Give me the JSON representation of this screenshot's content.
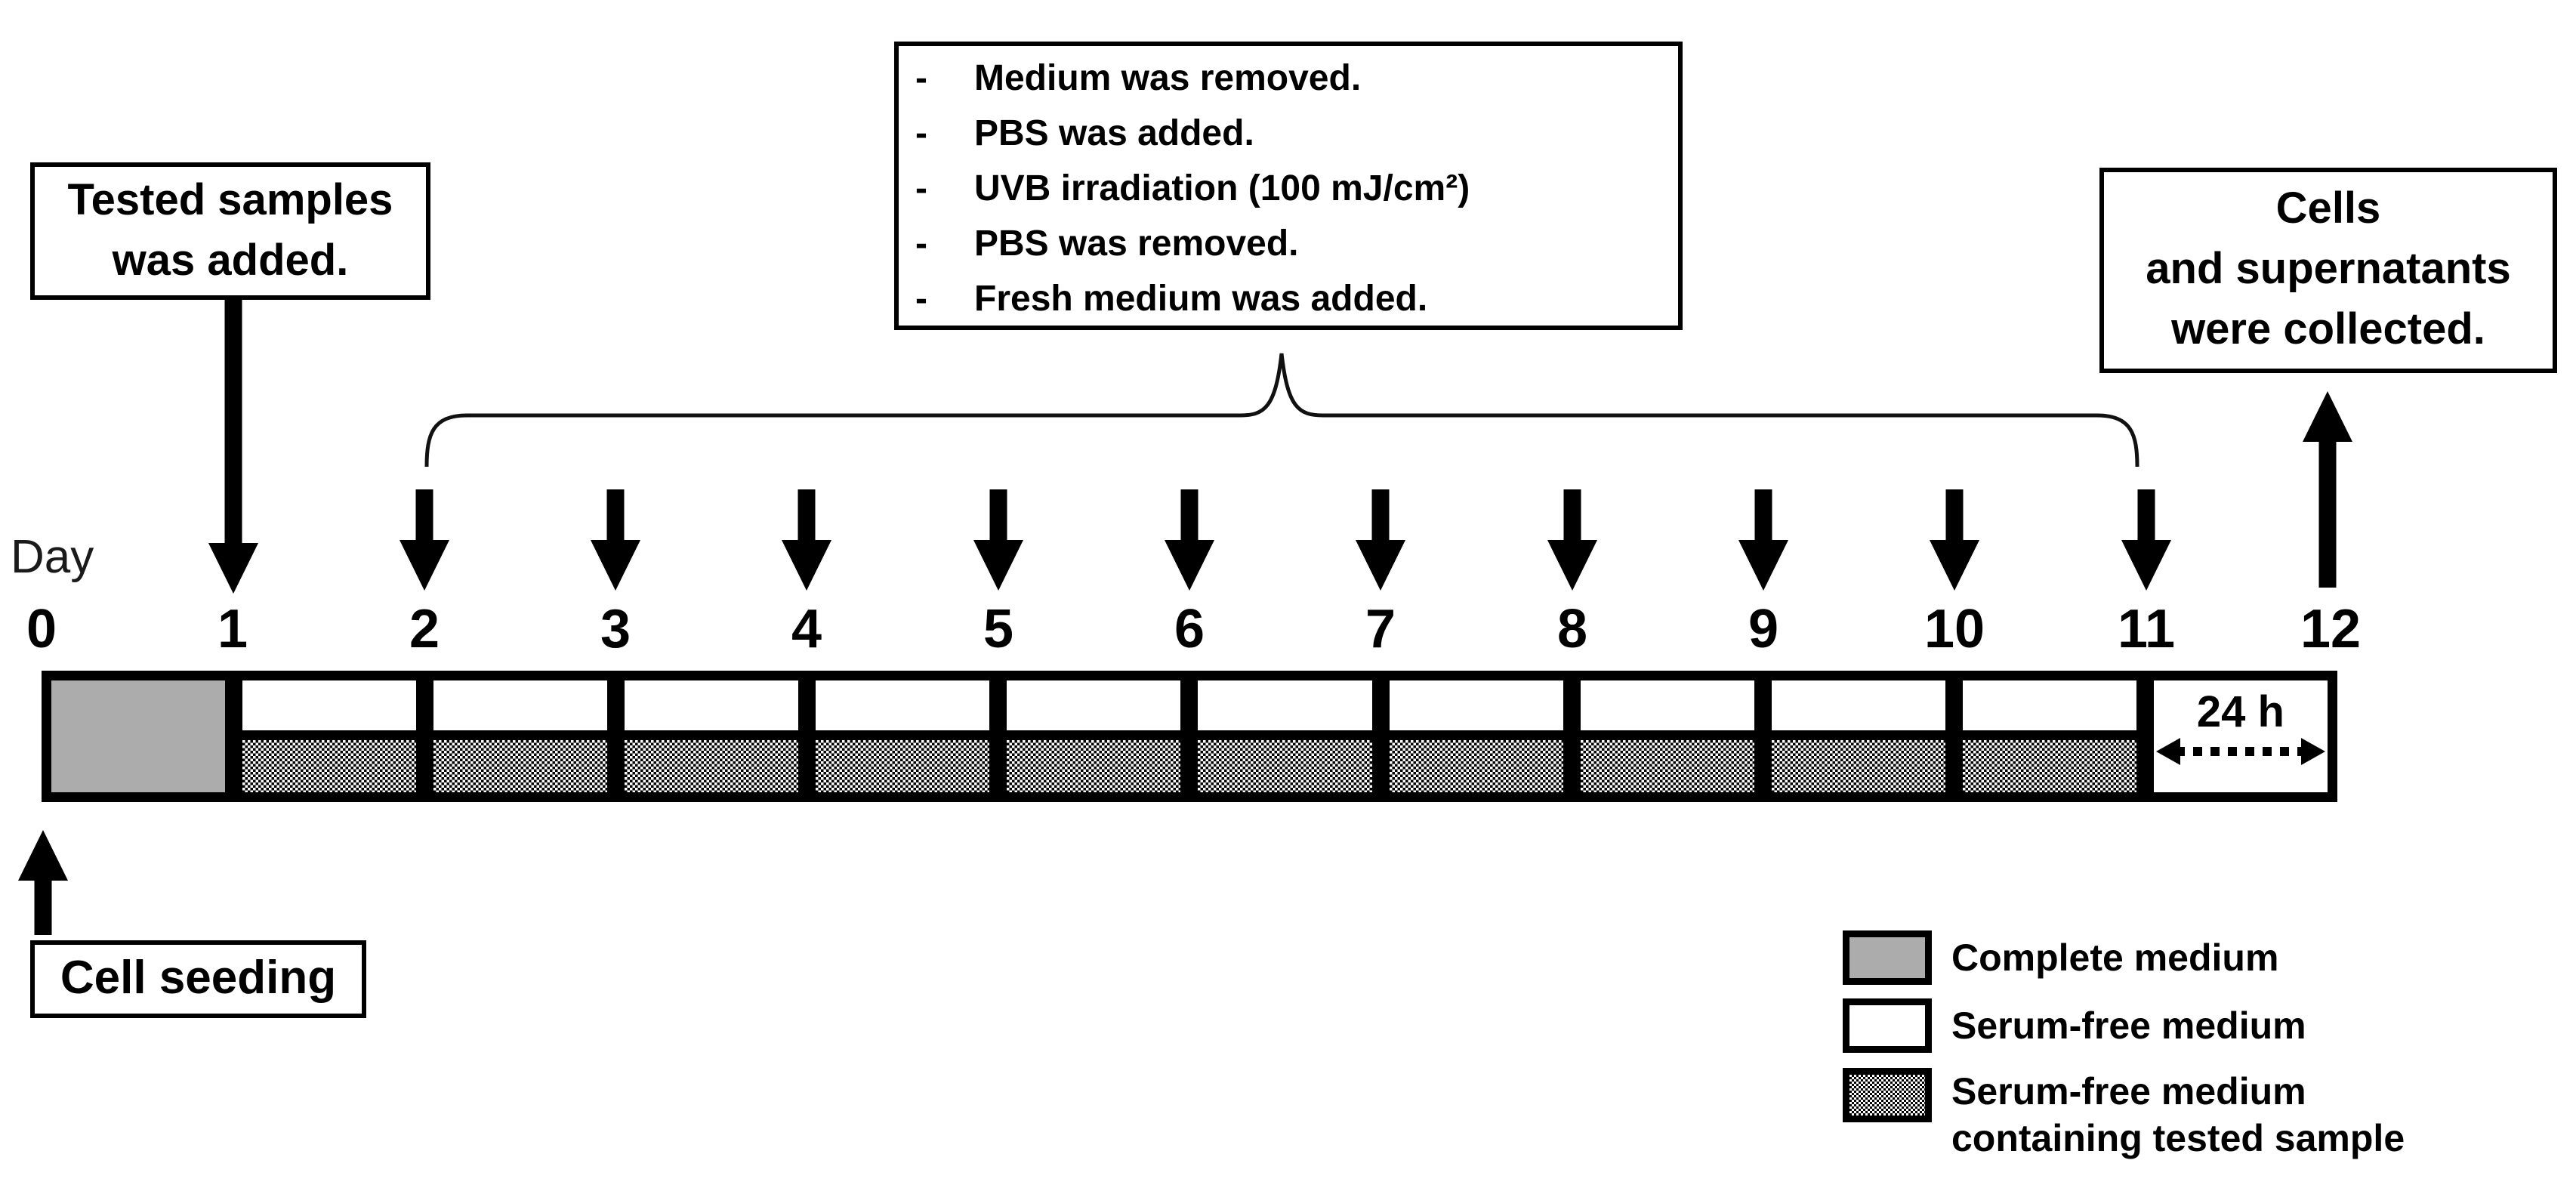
{
  "figure": {
    "axis": {
      "label": "Day",
      "ticks": [
        "0",
        "1",
        "2",
        "3",
        "4",
        "5",
        "6",
        "7",
        "8",
        "9",
        "10",
        "11",
        "12"
      ]
    },
    "annotations": {
      "tested_samples": {
        "line1": "Tested samples",
        "line2": "was added."
      },
      "uvb_protocol": {
        "bullet": "-",
        "items": [
          "Medium was removed.",
          "PBS was added.",
          "UVB irradiation (100 mJ/cm²)",
          "PBS was removed.",
          "Fresh medium was added."
        ]
      },
      "collection": {
        "line1": "Cells",
        "line2": "and supernatants",
        "line3": "were collected."
      },
      "cell_seeding": {
        "label": "Cell seeding"
      }
    },
    "timeline": {
      "final_interval_label": "24 h"
    },
    "legend": {
      "items": [
        {
          "swatch": "complete-medium",
          "line1": "Complete medium"
        },
        {
          "swatch": "serum-free-medium",
          "line1": "Serum-free medium"
        },
        {
          "swatch": "serum-free-medium-with-tested-sample",
          "line1": "Serum-free medium",
          "line2": "containing tested sample"
        }
      ]
    },
    "colors": {
      "complete_medium_fill": "#ACACAC",
      "ink": "#000000",
      "background": "#FFFFFF"
    }
  }
}
